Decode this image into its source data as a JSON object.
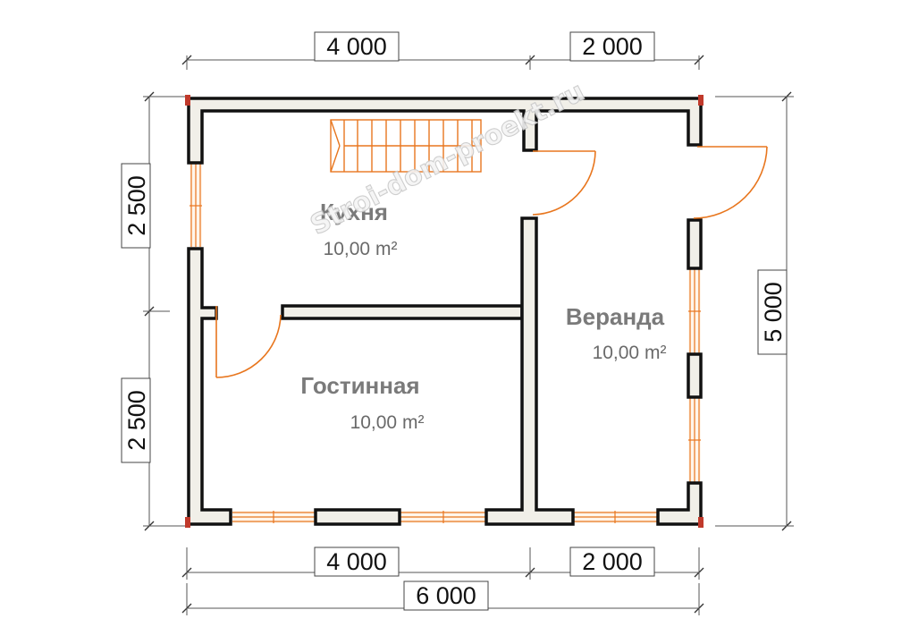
{
  "plan": {
    "watermark": "Stroi-dom-proekt.ru",
    "dimensions": {
      "top_left": "4 000",
      "top_right": "2 000",
      "bottom_left": "4 000",
      "bottom_right": "2 000",
      "bottom_total": "6 000",
      "left_upper": "2 500",
      "left_lower": "2 500",
      "right_total": "5 000"
    },
    "rooms": [
      {
        "name": "Кухня",
        "area": "10,00 m²"
      },
      {
        "name": "Веранда",
        "area": "10,00 m²"
      },
      {
        "name": "Гостинная",
        "area": "10,00 m²"
      }
    ]
  },
  "colors": {
    "wall_fill": "#f1efe8",
    "wall_stroke": "#111111",
    "accent_orange": "#e8761e",
    "corner_red": "#c0392b",
    "room_text": "#7a7a7a"
  }
}
